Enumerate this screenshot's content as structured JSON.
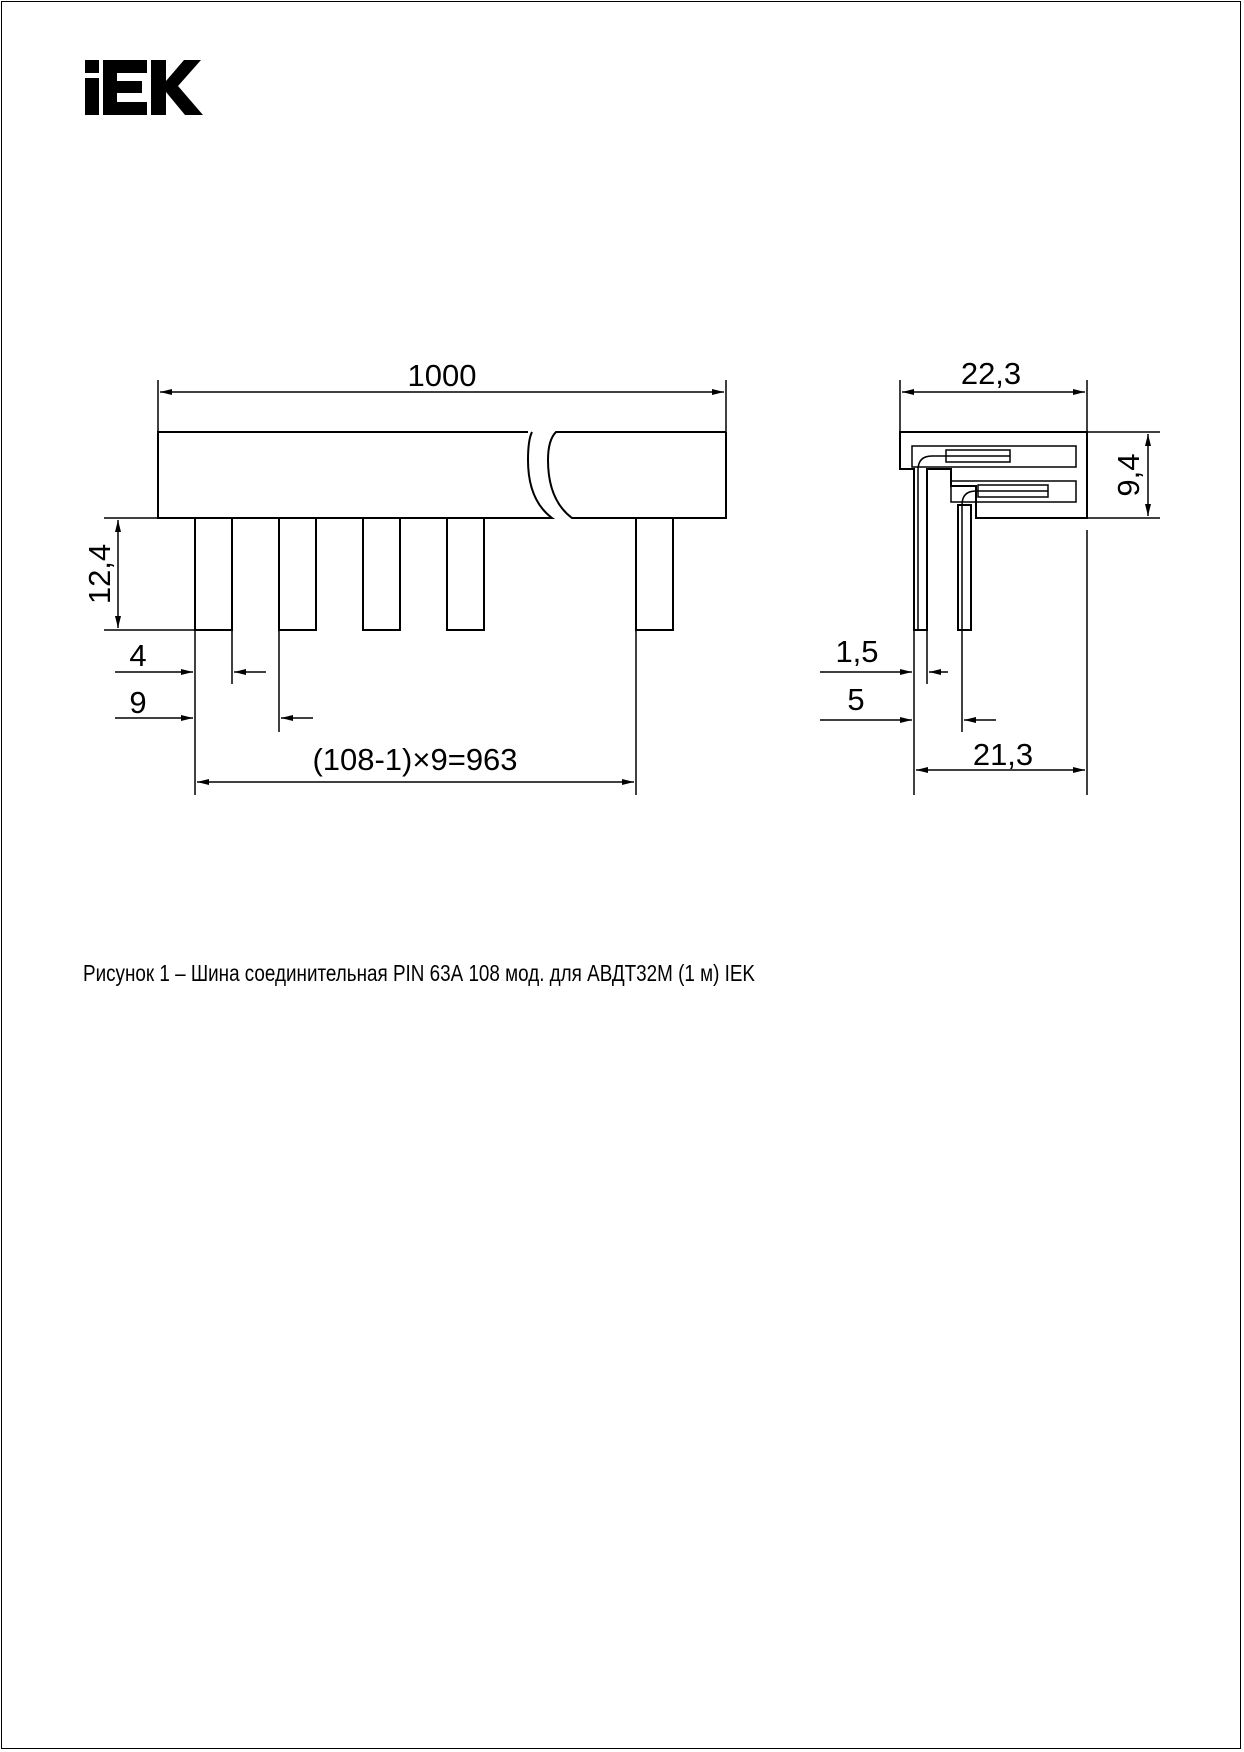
{
  "brand": {
    "logo_text": "IEK"
  },
  "drawing": {
    "front_view": {
      "overall_length": "1000",
      "pin_height": "12,4",
      "pin_width": "4",
      "pin_pitch": "9",
      "pin_span": "(108-1)×9=963"
    },
    "side_view": {
      "total_width": "22,3",
      "height": "9,4",
      "thickness": "1,5",
      "pin_offset": "5",
      "base_width": "21,3"
    }
  },
  "caption": "Рисунок 1  – Шина соединительная PIN 63А 108 мод. для АВДТ32М (1 м) IEK"
}
